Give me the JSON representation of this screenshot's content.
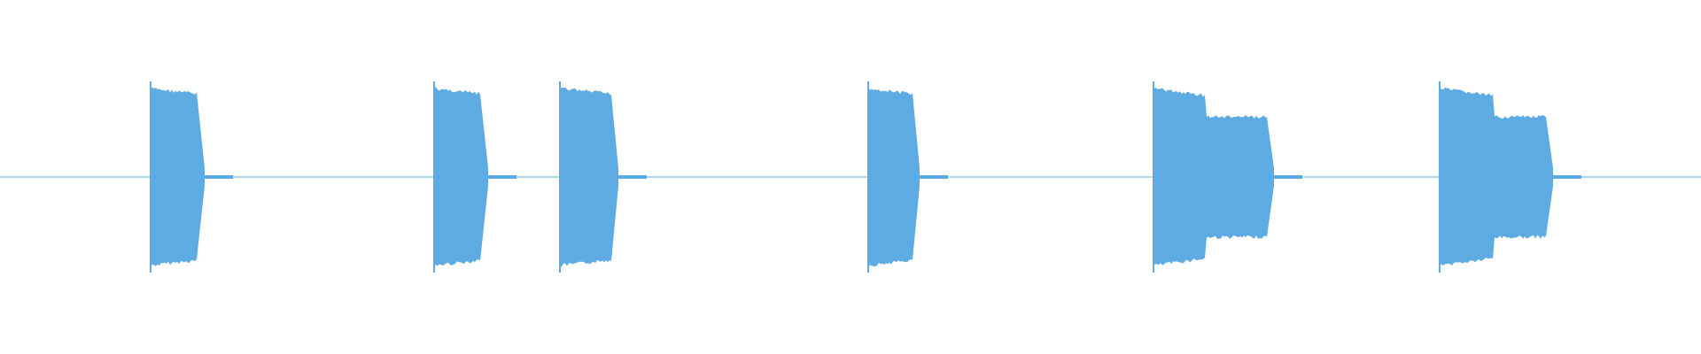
{
  "waveform": {
    "color": "#5DABE2",
    "background": "#ffffff",
    "bursts": [
      {
        "shape": "simple"
      },
      {
        "shape": "simple"
      },
      {
        "shape": "simple"
      },
      {
        "shape": "simple"
      },
      {
        "shape": "stepped"
      },
      {
        "shape": "stepped"
      }
    ]
  }
}
